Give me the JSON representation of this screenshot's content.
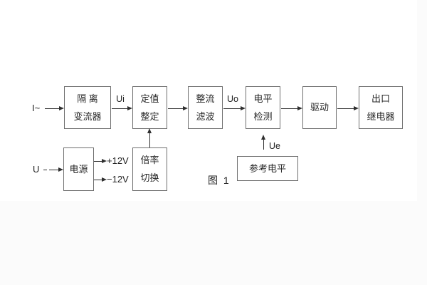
{
  "figure": {
    "caption": "图 1",
    "colors": {
      "background": "#ffffff",
      "box_border": "#6e6e6e",
      "line": "#2f2f2f",
      "text": "#262626"
    }
  },
  "blocks": {
    "isolation_ct": {
      "line1": "隔 离",
      "line2": "变流器"
    },
    "setpoint": {
      "line1": "定值",
      "line2": "整定"
    },
    "rectify_filter": {
      "line1": "整流",
      "line2": "滤波"
    },
    "level_detect": {
      "line1": "电平",
      "line2": "检测"
    },
    "drive": {
      "label": "驱动"
    },
    "output_relay": {
      "line1": "出口",
      "line2": "继电器"
    },
    "power_supply": {
      "label": "电源"
    },
    "ratio_switch": {
      "line1": "倍率",
      "line2": "切换"
    },
    "reference_level": {
      "label": "参考电平"
    }
  },
  "signals": {
    "input_current": "I~",
    "input_voltage": "U",
    "ui": "Ui",
    "uo": "Uo",
    "ue": "Ue",
    "plus_12v": "+12V",
    "minus_12v": "−12V"
  }
}
